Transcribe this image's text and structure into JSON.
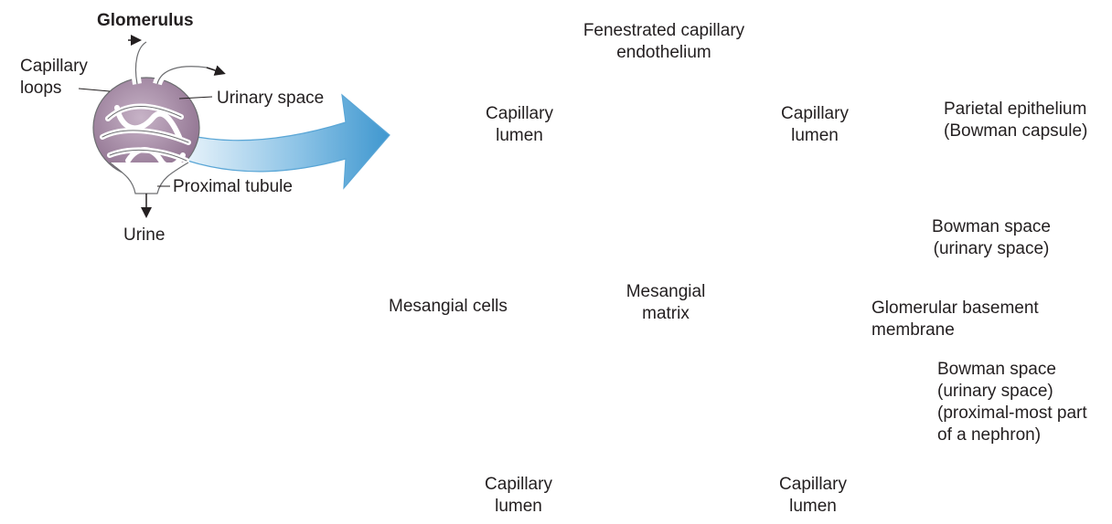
{
  "inset": {
    "title": "Glomerulus",
    "capillary_loops": [
      "Capillary",
      "loops"
    ],
    "urinary_space": "Urinary space",
    "proximal_tubule": "Proximal tubule",
    "urine": "Urine"
  },
  "main": {
    "fenestrated": [
      "Fenestrated capillary",
      "endothelium"
    ],
    "lumen_top_left": [
      "Capillary",
      "lumen"
    ],
    "lumen_top_right": [
      "Capillary",
      "lumen"
    ],
    "parietal": [
      "Parietal epithelium",
      "(Bowman capsule)"
    ],
    "bowman_upper": [
      "Bowman space",
      "(urinary space)"
    ],
    "mesangial_cells": "Mesangial cells",
    "mesangial_matrix": [
      "Mesangial",
      "matrix"
    ],
    "gbm": [
      "Glomerular basement",
      "membrane"
    ],
    "bowman_lower": [
      "Bowman space",
      "(urinary space)",
      "(proximal-most part",
      "of a nephron)"
    ],
    "lumen_bottom_left": [
      "Capillary",
      "lumen"
    ],
    "lumen_bottom_right": [
      "Capillary",
      "lumen"
    ]
  },
  "colors": {
    "arrow_light": "#cfe6f5",
    "arrow_dark": "#3f97cf",
    "glomerulus_fill": "#a88aa8",
    "tube_outline": "#6d6e71"
  }
}
